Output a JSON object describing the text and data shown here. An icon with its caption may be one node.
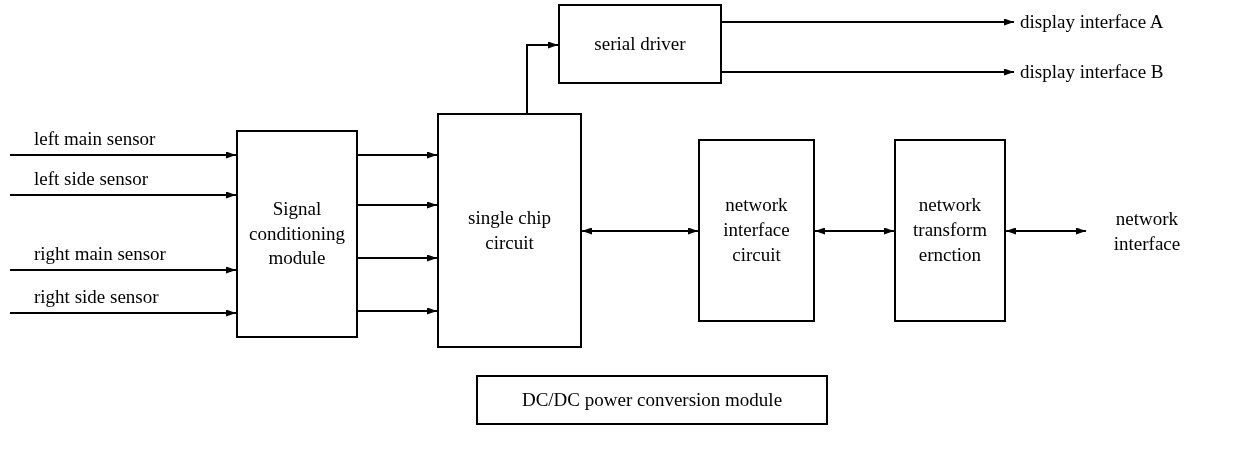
{
  "diagram": {
    "nodes": [
      {
        "text": [
          "Signal conditioning module"
        ]
      },
      {
        "text": [
          "single chip circuit"
        ]
      },
      {
        "text": [
          "serial driver"
        ]
      },
      {
        "text": [
          "display interface A"
        ]
      },
      {
        "text": [
          "display interface B"
        ]
      },
      {
        "text": [
          "network interface circuit"
        ]
      },
      {
        "text": [
          "network transform ernction"
        ]
      },
      {
        "text": [
          "network interface"
        ]
      },
      {
        "text": [
          "DC/DC power conversion module"
        ]
      }
    ],
    "edges": [
      {
        "from": null,
        "to": 0,
        "arrow": "to",
        "label": "left main sensor"
      },
      {
        "from": null,
        "to": 0,
        "arrow": "to",
        "label": "left side sensor"
      },
      {
        "from": null,
        "to": 0,
        "arrow": "to",
        "label": "right main sensor"
      },
      {
        "from": null,
        "to": 0,
        "arrow": "to",
        "label": "right side sensor"
      },
      {
        "from": 0,
        "to": 1,
        "arrow": "to"
      },
      {
        "from": 0,
        "to": 1,
        "arrow": "to"
      },
      {
        "from": 0,
        "to": 1,
        "arrow": "to"
      },
      {
        "from": 0,
        "to": 1,
        "arrow": "to"
      },
      {
        "from": 1,
        "to": 2,
        "arrow": "to"
      },
      {
        "from": 2,
        "to": 3,
        "arrow": "to"
      },
      {
        "from": 2,
        "to": 4,
        "arrow": "to"
      },
      {
        "from": 1,
        "to": 5,
        "arrow": "both"
      },
      {
        "from": 5,
        "to": 6,
        "arrow": "both"
      },
      {
        "from": 6,
        "to": 7,
        "arrow": "both"
      }
    ]
  }
}
